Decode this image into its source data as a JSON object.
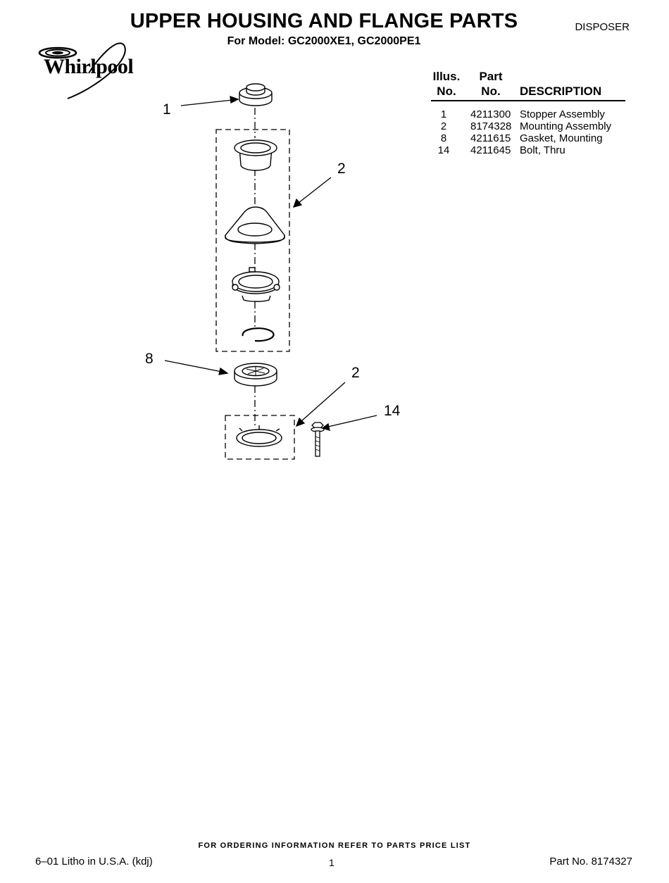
{
  "header": {
    "title": "UPPER HOUSING AND FLANGE PARTS",
    "subtitle": "For Model: GC2000XE1, GC2000PE1",
    "category": "DISPOSER",
    "brand": "Whirlpool"
  },
  "parts_table": {
    "col_illus": "Illus.",
    "col_illus_2": "No.",
    "col_part": "Part",
    "col_part_2": "No.",
    "col_description": "DESCRIPTION",
    "rows": [
      {
        "illus": "1",
        "part": "4211300",
        "description": "Stopper Assembly"
      },
      {
        "illus": "2",
        "part": "8174328",
        "description": "Mounting Assembly"
      },
      {
        "illus": "8",
        "part": "4211615",
        "description": "Gasket, Mounting"
      },
      {
        "illus": "14",
        "part": "4211645",
        "description": "Bolt, Thru"
      }
    ]
  },
  "diagram": {
    "callouts": [
      "1",
      "2",
      "8",
      "2",
      "14"
    ]
  },
  "footer": {
    "order_info": "FOR ORDERING INFORMATION REFER TO PARTS PRICE LIST",
    "litho": "6–01 Litho in U.S.A. (kdj)",
    "page": "1",
    "part_no": "Part No. 8174327"
  }
}
